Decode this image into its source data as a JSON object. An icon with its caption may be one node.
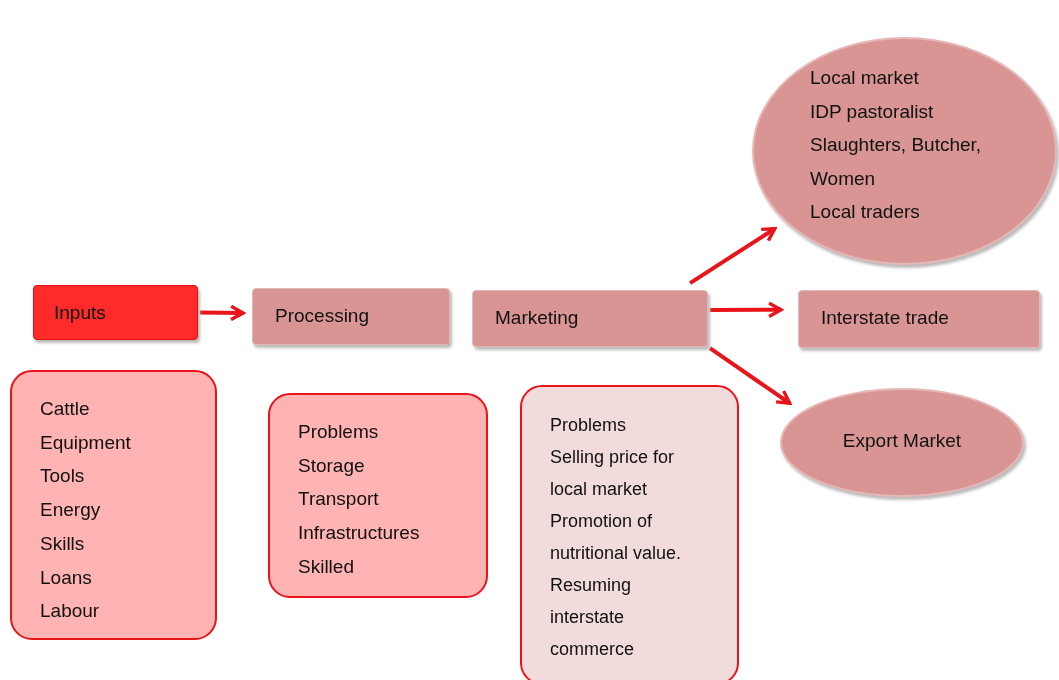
{
  "diagram": {
    "nodes": [
      {
        "text": [
          "Inputs"
        ]
      },
      {
        "text": [
          "Processing"
        ]
      },
      {
        "text": [
          "Marketing"
        ]
      },
      {
        "text": [
          "Local market",
          "IDP pastoralist",
          "Slaughters, Butcher, Women",
          "Local traders"
        ]
      },
      {
        "text": [
          "Interstate trade"
        ]
      },
      {
        "text": [
          "Export Market"
        ]
      },
      {
        "text": [
          "Cattle",
          "Equipment",
          "Tools",
          "Energy",
          "Skills",
          "Loans",
          "Labour"
        ]
      },
      {
        "text": [
          "Problems",
          "Storage",
          "Transport",
          "Infrastructures",
          "Skilled"
        ]
      },
      {
        "text": [
          "Problems",
          "Selling price for local market",
          "Promotion of nutritional value.",
          "Resuming interstate commerce"
        ]
      }
    ],
    "edges": [
      {
        "from": 0,
        "to": 1,
        "arrow": "to"
      },
      {
        "from": 2,
        "to": 3,
        "arrow": "to"
      },
      {
        "from": 2,
        "to": 4,
        "arrow": "to"
      },
      {
        "from": 2,
        "to": 5,
        "arrow": "to"
      }
    ]
  }
}
